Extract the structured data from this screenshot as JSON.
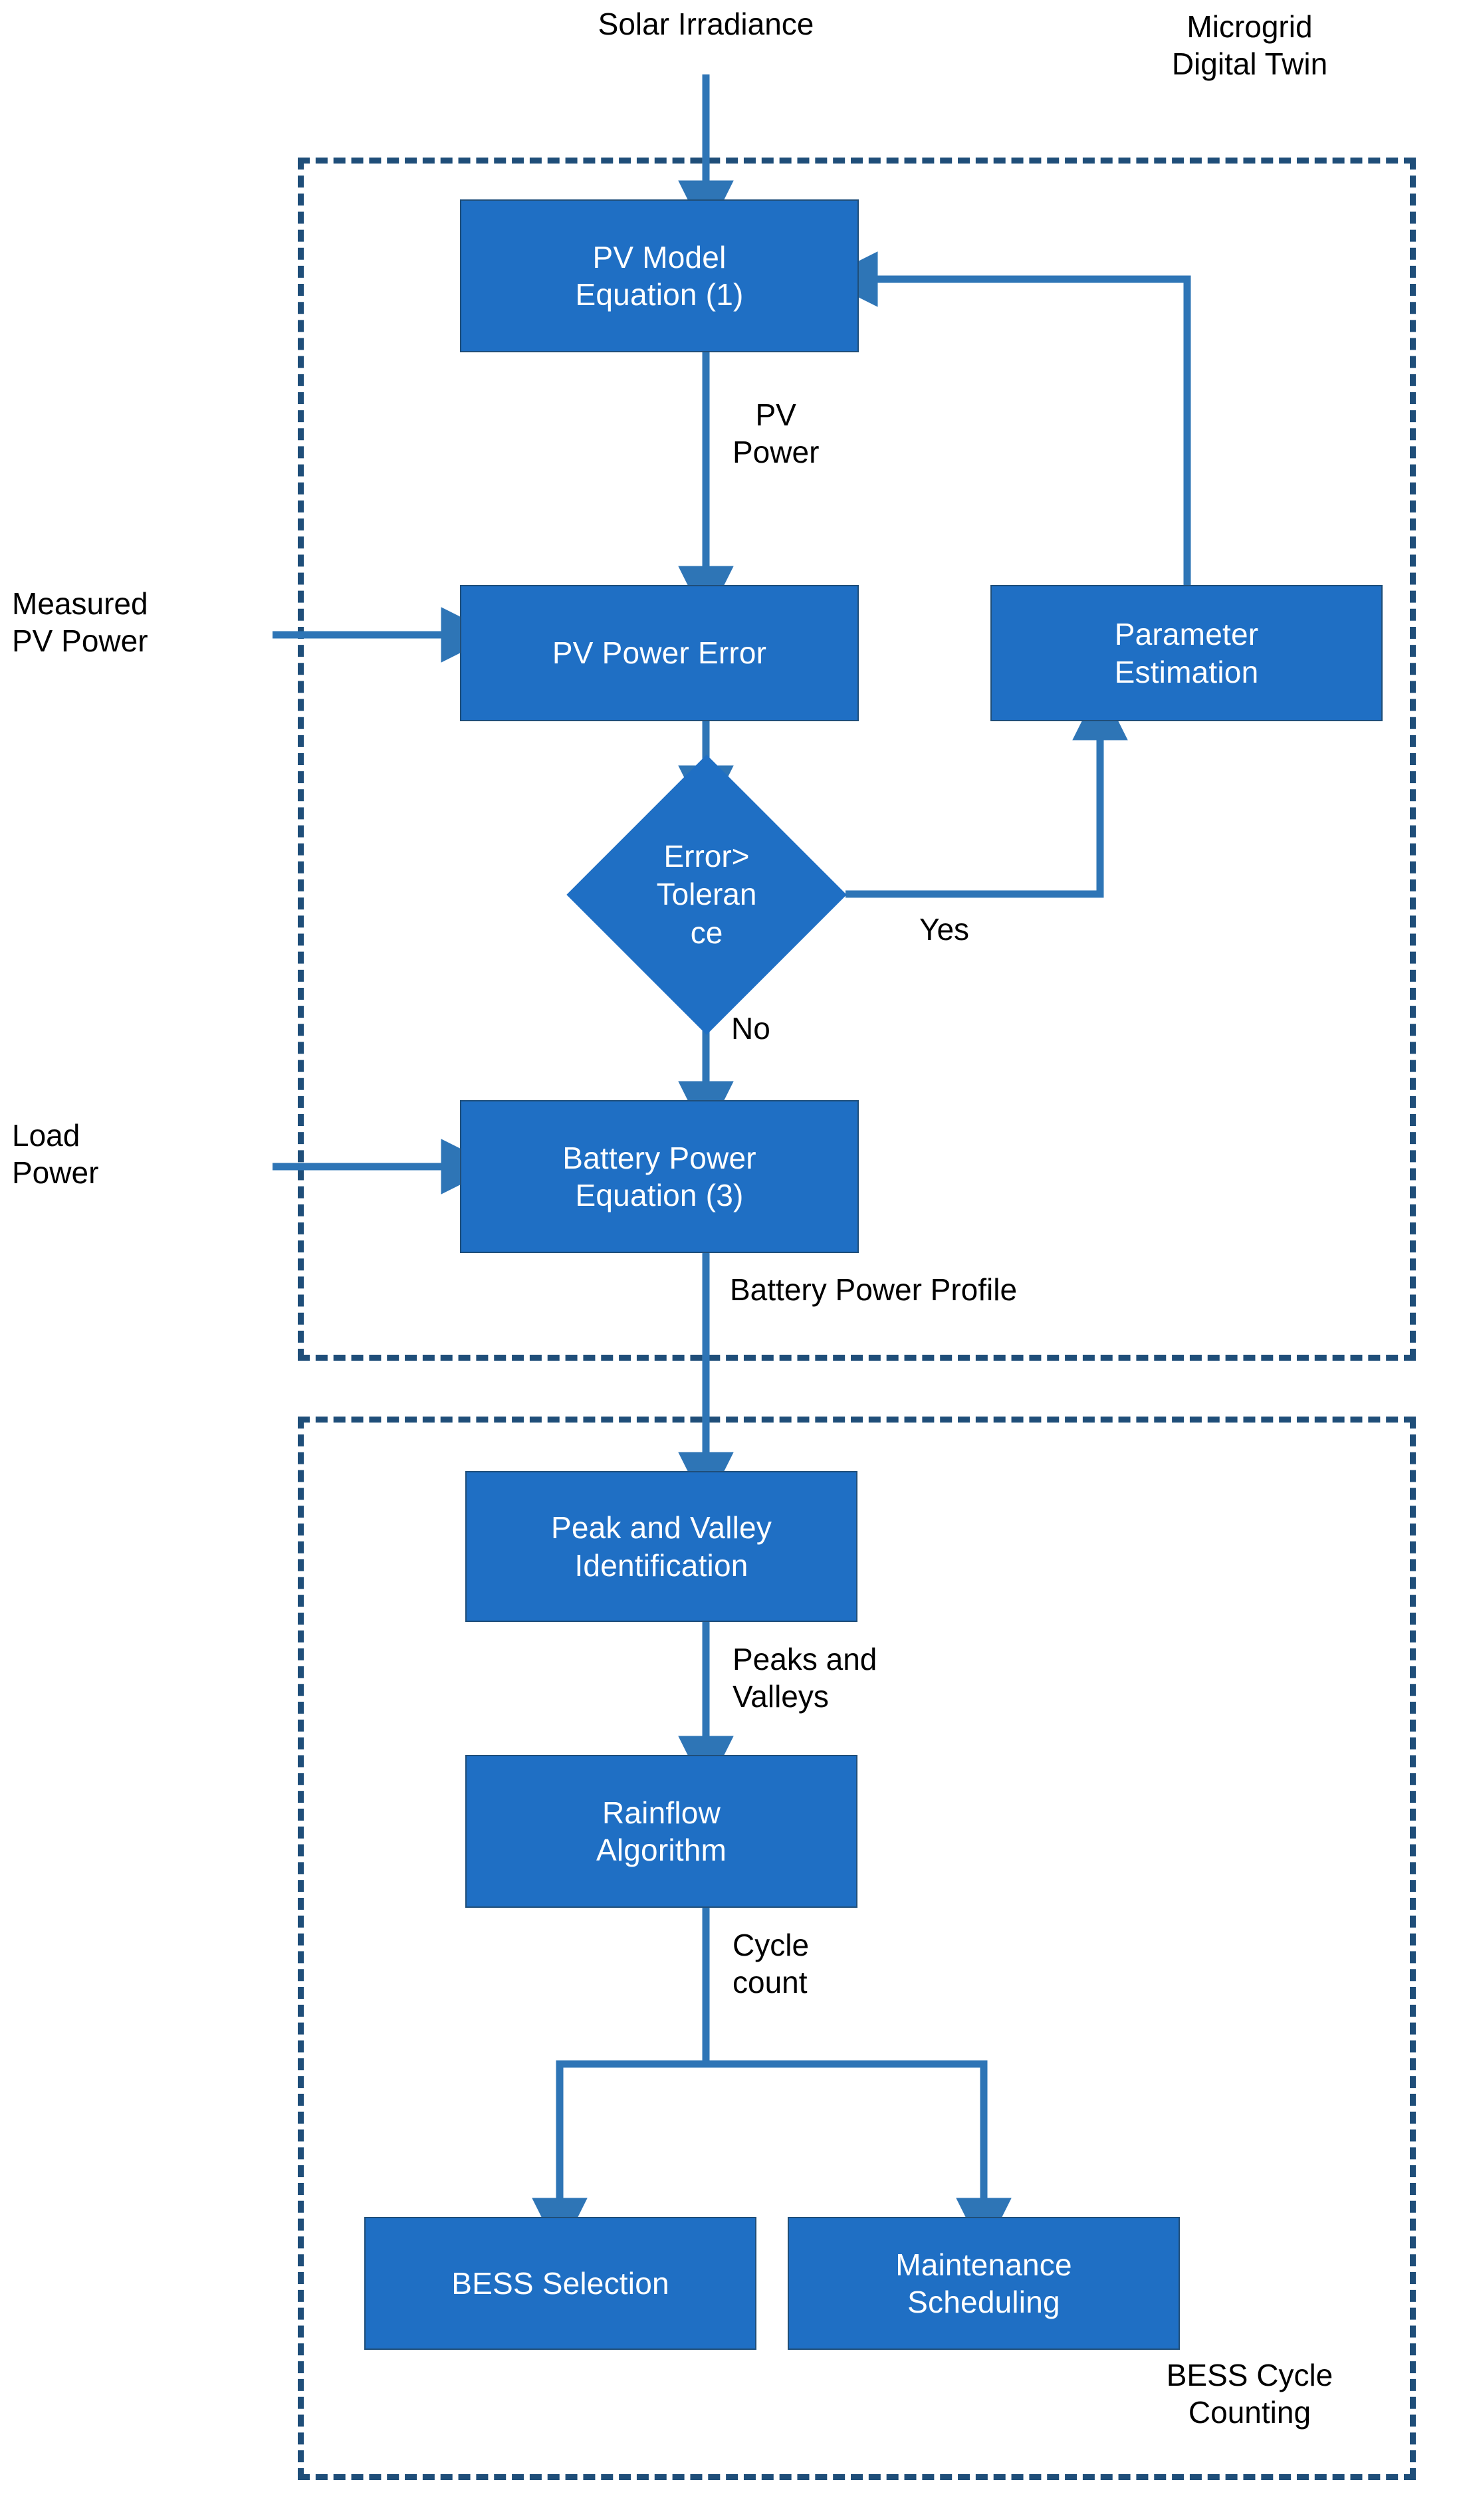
{
  "diagram": {
    "title": "Microgrid Digital Twin and BESS Cycle Counting Flowchart",
    "colors": {
      "node_fill": "#1F6FC4",
      "node_border": "#1F4E79",
      "node_text": "#FFFFFF",
      "connector": "#2E75B6",
      "group_border": "#1F4E79",
      "label_text": "#000000",
      "background": "#FFFFFF"
    },
    "groups": [
      {
        "id": "microgrid-digital-twin",
        "label": "Microgrid\nDigital Twin"
      },
      {
        "id": "bess-cycle-counting",
        "label": "BESS Cycle\nCounting"
      }
    ],
    "nodes": [
      {
        "id": "pv-model",
        "label": "PV Model\nEquation (1)",
        "shape": "rect"
      },
      {
        "id": "pv-power-error",
        "label": "PV Power Error",
        "shape": "rect"
      },
      {
        "id": "parameter-estimation",
        "label": "Parameter\nEstimation",
        "shape": "rect"
      },
      {
        "id": "error-tolerance",
        "label": "Error>\nToleran\nce",
        "shape": "diamond"
      },
      {
        "id": "battery-power",
        "label": "Battery Power\nEquation (3)",
        "shape": "rect"
      },
      {
        "id": "peak-valley",
        "label": "Peak and Valley\nIdentification",
        "shape": "rect"
      },
      {
        "id": "rainflow",
        "label": "Rainflow\nAlgorithm",
        "shape": "rect"
      },
      {
        "id": "bess-selection",
        "label": "BESS Selection",
        "shape": "rect"
      },
      {
        "id": "maintenance",
        "label": "Maintenance\nScheduling",
        "shape": "rect"
      }
    ],
    "edge_labels": [
      {
        "id": "solar-irradiance",
        "text": "Solar Irradiance"
      },
      {
        "id": "pv-power",
        "text": "PV\nPower"
      },
      {
        "id": "measured-pv-power",
        "text": "Measured\nPV Power"
      },
      {
        "id": "yes",
        "text": "Yes"
      },
      {
        "id": "no",
        "text": "No"
      },
      {
        "id": "load-power",
        "text": "Load\nPower"
      },
      {
        "id": "battery-power-profile",
        "text": "Battery Power Profile"
      },
      {
        "id": "peaks-and-valleys",
        "text": "Peaks and\nValleys"
      },
      {
        "id": "cycle-count",
        "text": "Cycle\ncount"
      }
    ]
  }
}
